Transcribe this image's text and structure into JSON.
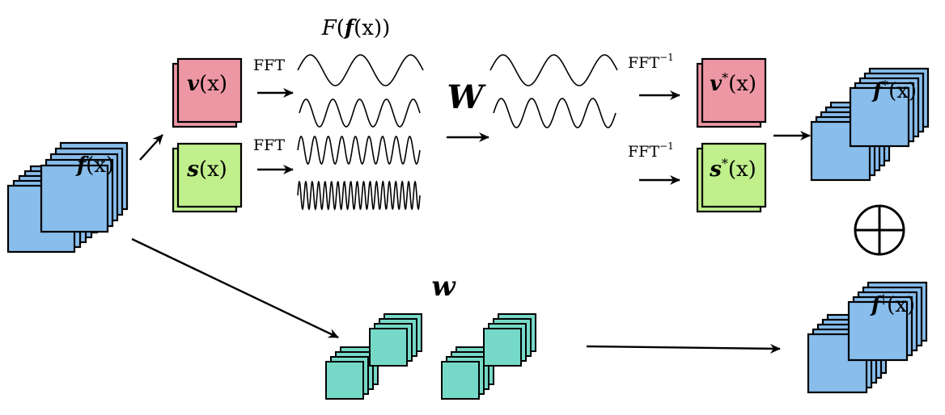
{
  "colors": {
    "blue": "#88bdec",
    "pink": "#ee97a4",
    "green": "#c0ef8c",
    "teal": "#76d9c7",
    "stroke": "#000000"
  },
  "labels": {
    "fourier": {
      "script": "F",
      "bold": "f",
      "rest": "(x))",
      "open": "("
    },
    "input": {
      "bold": "f",
      "rest": "(x)"
    },
    "v": {
      "bold": "v",
      "rest": "(x)"
    },
    "s": {
      "bold": "s",
      "rest": "(x)"
    },
    "v_star": {
      "bold": "v",
      "sup": "*",
      "rest": "(x)"
    },
    "s_star": {
      "bold": "s",
      "sup": "*",
      "rest": "(x)"
    },
    "f_star": {
      "bold": "f",
      "sup": "*",
      "rest": "(x)"
    },
    "f_dagger": {
      "bold": "f",
      "sup": "†",
      "rest": "(x)"
    },
    "W": "W",
    "w": "w",
    "fft": "FFT",
    "ifft": "FFT",
    "ifft_sup": "−1",
    "oplus": "⊕"
  },
  "icons": [
    "sine-wave-icon",
    "arrow-icon",
    "oplus-icon"
  ]
}
